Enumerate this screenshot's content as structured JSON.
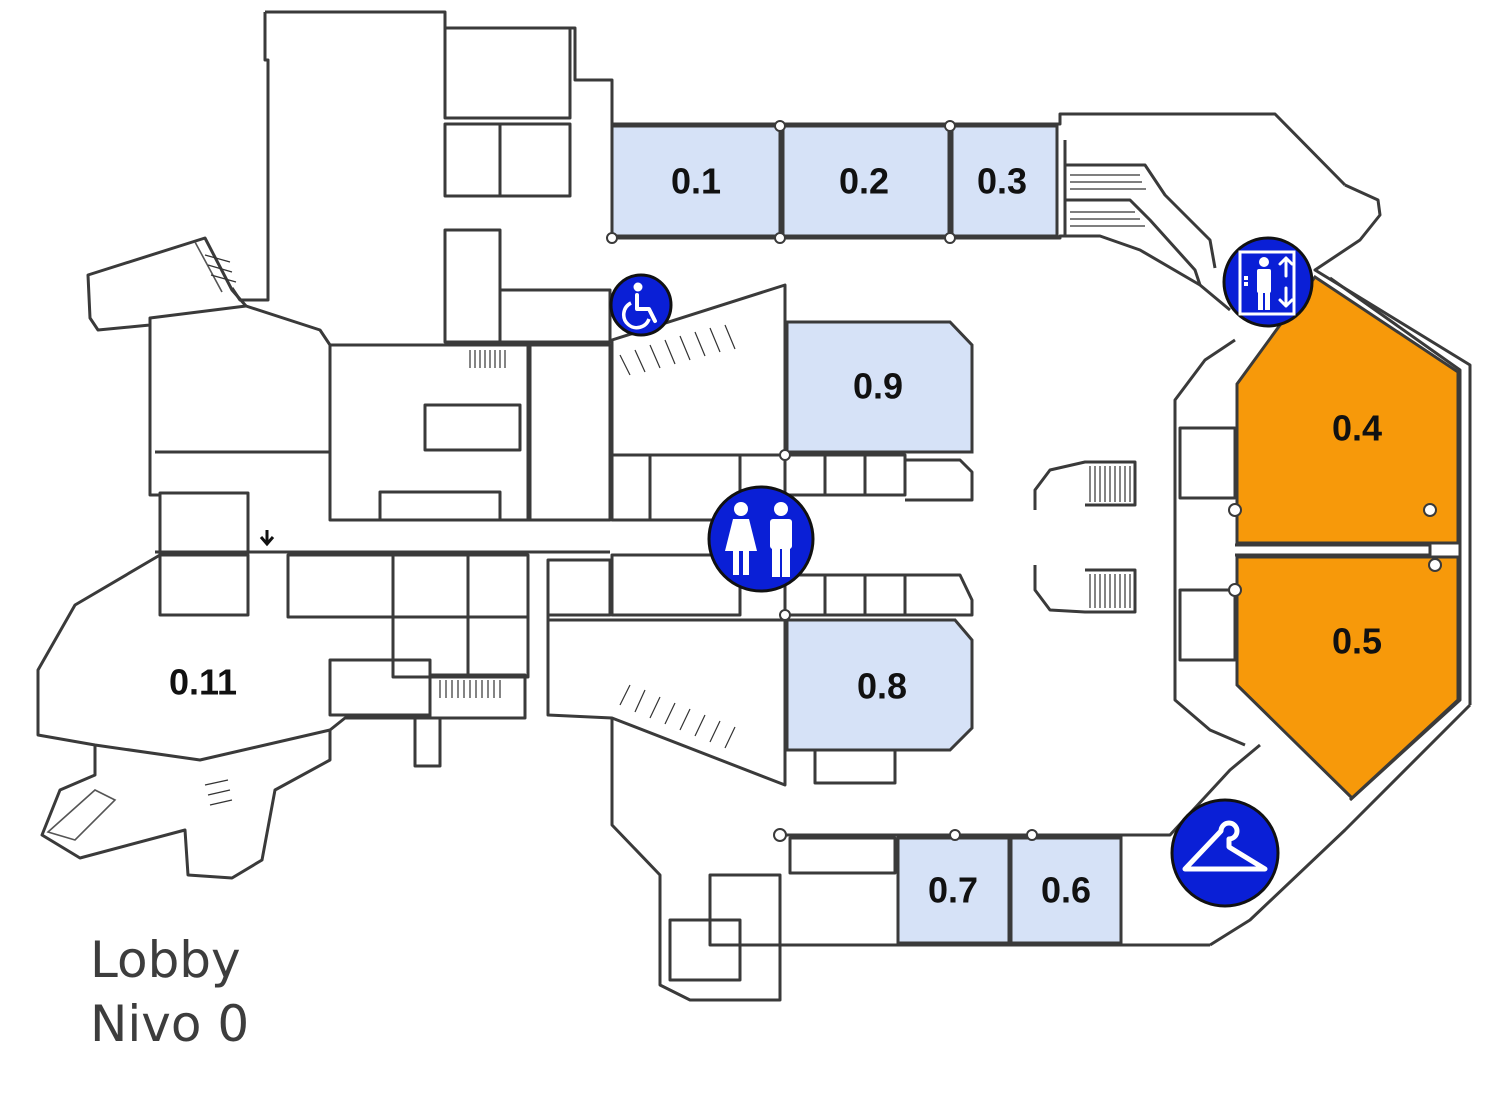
{
  "title": {
    "line1": "Lobby",
    "line2": "Nivo 0"
  },
  "rooms": [
    {
      "id": "0.1",
      "label": "0.1",
      "highlight": "light-blue"
    },
    {
      "id": "0.2",
      "label": "0.2",
      "highlight": "light-blue"
    },
    {
      "id": "0.3",
      "label": "0.3",
      "highlight": "light-blue"
    },
    {
      "id": "0.4",
      "label": "0.4",
      "highlight": "orange"
    },
    {
      "id": "0.5",
      "label": "0.5",
      "highlight": "orange"
    },
    {
      "id": "0.6",
      "label": "0.6",
      "highlight": "light-blue"
    },
    {
      "id": "0.7",
      "label": "0.7",
      "highlight": "light-blue"
    },
    {
      "id": "0.8",
      "label": "0.8",
      "highlight": "light-blue"
    },
    {
      "id": "0.9",
      "label": "0.9",
      "highlight": "light-blue"
    },
    {
      "id": "0.11",
      "label": "0.11",
      "highlight": "none"
    }
  ],
  "icons": [
    {
      "name": "wheelchair-icon"
    },
    {
      "name": "elevator-icon"
    },
    {
      "name": "restroom-icon"
    },
    {
      "name": "cloakroom-hanger-icon"
    }
  ],
  "colors": {
    "room_blue": "#d6e2f7",
    "room_orange": "#f7990a",
    "icon_blue": "#0a1fd6",
    "wall": "#3a3a3a",
    "title_text": "#3d3d3d"
  }
}
